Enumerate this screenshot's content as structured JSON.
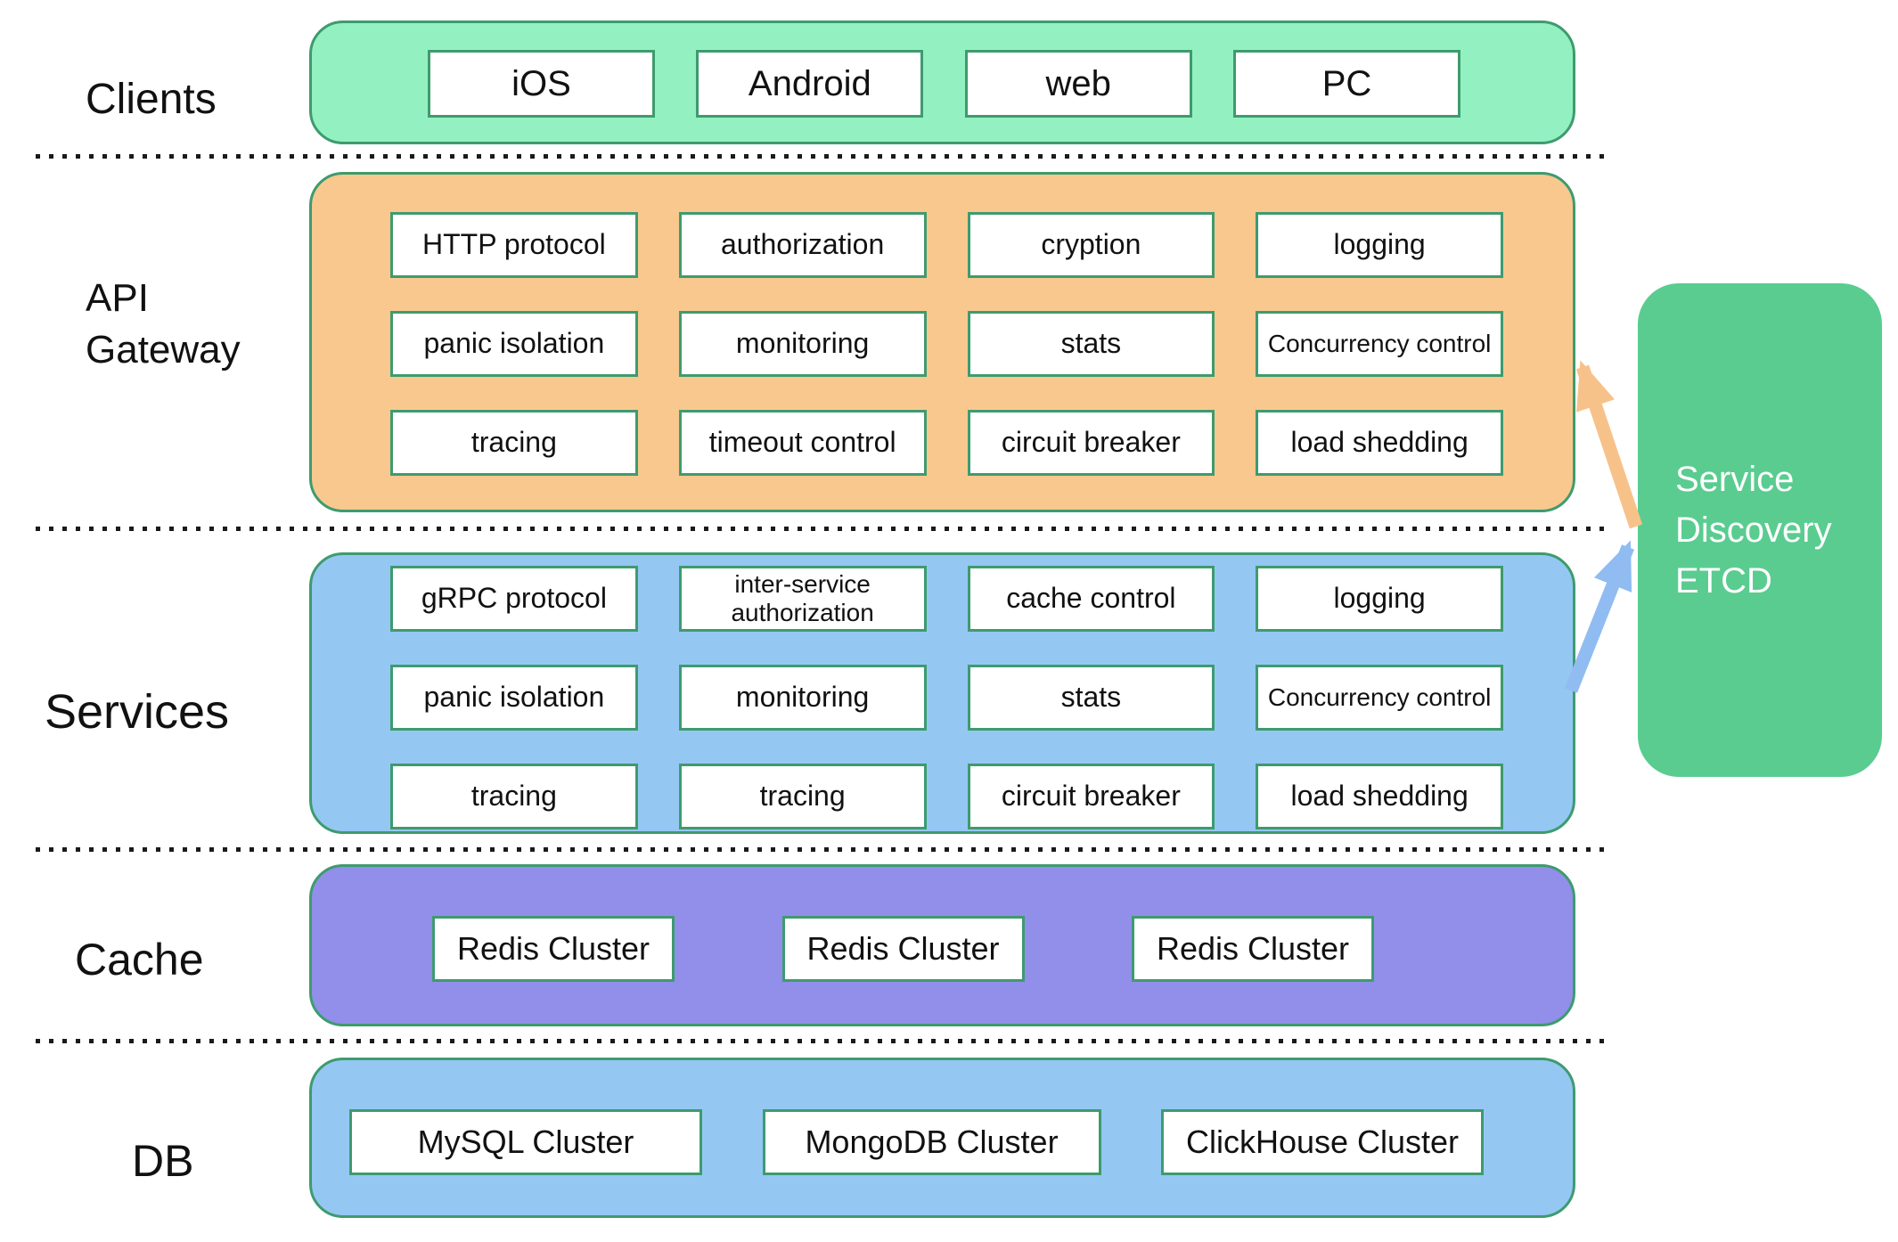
{
  "layers": [
    {
      "label": "Clients",
      "items": [
        "iOS",
        "Android",
        "web",
        "PC"
      ]
    },
    {
      "label": "API Gateway",
      "label_lines": [
        "API",
        "Gateway"
      ],
      "rows": [
        [
          "HTTP protocol",
          "authorization",
          "cryption",
          "logging"
        ],
        [
          "panic isolation",
          "monitoring",
          "stats",
          "Concurrency control"
        ],
        [
          "tracing",
          "timeout control",
          "circuit breaker",
          "load shedding"
        ]
      ]
    },
    {
      "label": "Services",
      "rows": [
        [
          "gRPC protocol",
          "inter-service authorization",
          "cache control",
          "logging"
        ],
        [
          "panic isolation",
          "monitoring",
          "stats",
          "Concurrency control"
        ],
        [
          "tracing",
          "tracing",
          "circuit breaker",
          "load shedding"
        ]
      ]
    },
    {
      "label": "Cache",
      "items": [
        "Redis Cluster",
        "Redis Cluster",
        "Redis Cluster"
      ]
    },
    {
      "label": "DB",
      "items": [
        "MySQL Cluster",
        "MongoDB Cluster",
        "ClickHouse Cluster"
      ]
    }
  ],
  "etcd": {
    "label": "Service Discovery ETCD",
    "lines": [
      "Service",
      "Discovery",
      "ETCD"
    ]
  },
  "arrows": [
    {
      "name": "etcd-to-api-gateway",
      "color": "#F7C28A"
    },
    {
      "name": "services-to-etcd",
      "color": "#90BCF2"
    }
  ],
  "colors": {
    "clients_fill": "#93F1C1",
    "gateway_fill": "#F9C88E",
    "services_fill": "#95C7F3",
    "cache_fill": "#918FEA",
    "db_fill": "#95C7F3",
    "etcd_fill": "#5ACC90",
    "outline_green": "#3E9B6E",
    "arrow_orange": "#F7C28A",
    "arrow_blue": "#90BCF2",
    "text_dark": "#111111",
    "text_white": "#FFFFFF"
  }
}
